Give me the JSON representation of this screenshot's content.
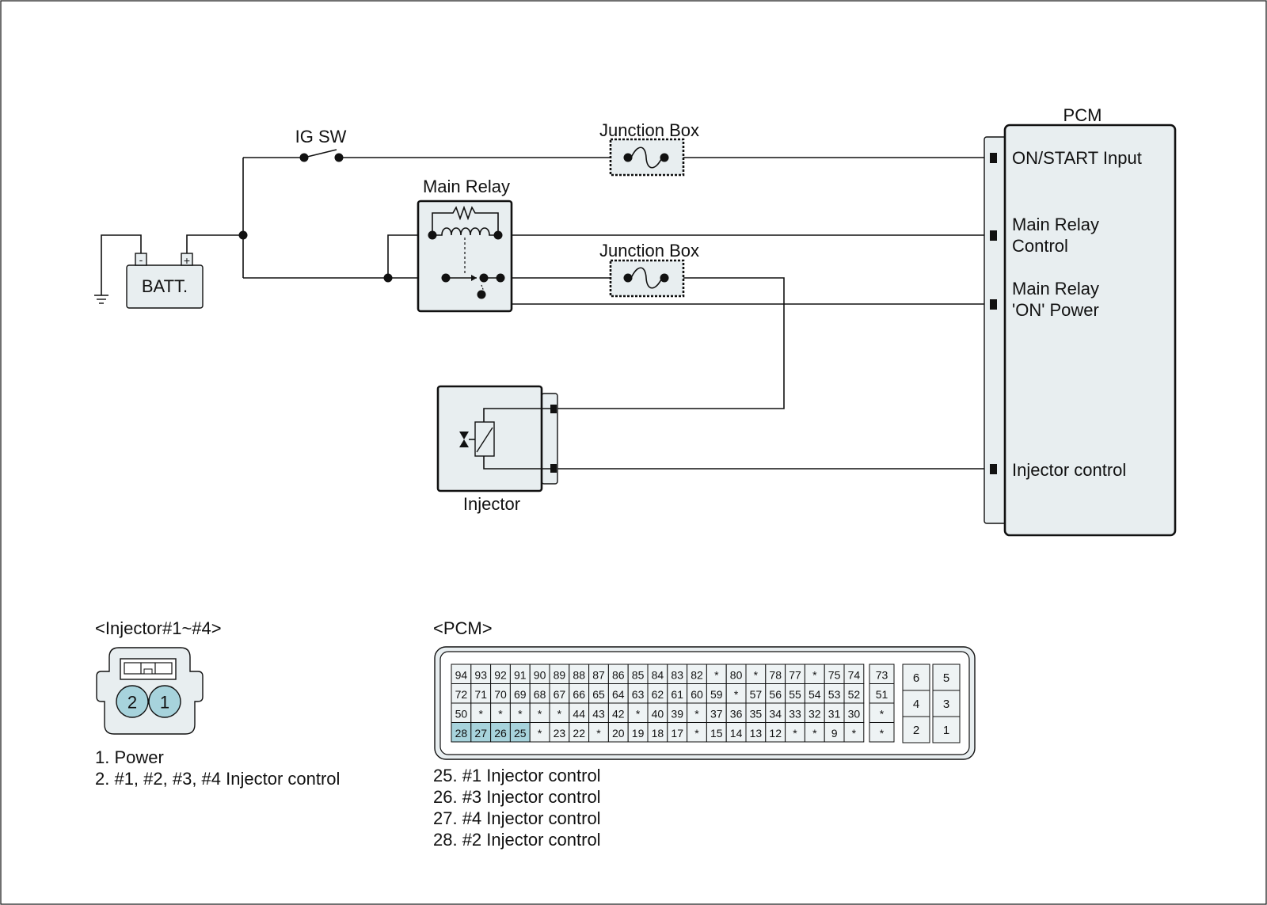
{
  "labels": {
    "ig_sw": "IG SW",
    "junction_box_1": "Junction Box",
    "junction_box_2": "Junction Box",
    "main_relay": "Main Relay",
    "batt": "BATT.",
    "batt_minus": "-",
    "batt_plus": "+",
    "injector": "Injector",
    "pcm": "PCM"
  },
  "pcm_pins": {
    "on_start_input": "ON/START Input",
    "main_relay_control_1": "Main Relay",
    "main_relay_control_2": "Control",
    "main_relay_on_power_1": "Main Relay",
    "main_relay_on_power_2": "'ON' Power",
    "injector_control": "Injector control"
  },
  "injector_connector": {
    "title": "<Injector#1~#4>",
    "pins": [
      "2",
      "1"
    ],
    "legend": [
      "1. Power",
      "2. #1, #2, #3, #4 Injector control"
    ]
  },
  "pcm_connector": {
    "title": "<PCM>",
    "rows": [
      [
        "94",
        "93",
        "92",
        "91",
        "90",
        "89",
        "88",
        "87",
        "86",
        "85",
        "84",
        "83",
        "82",
        "*",
        "80",
        "*",
        "78",
        "77",
        "*",
        "75",
        "74"
      ],
      [
        "72",
        "71",
        "70",
        "69",
        "68",
        "67",
        "66",
        "65",
        "64",
        "63",
        "62",
        "61",
        "60",
        "59",
        "*",
        "57",
        "56",
        "55",
        "54",
        "53",
        "52"
      ],
      [
        "50",
        "*",
        "*",
        "*",
        "*",
        "*",
        "44",
        "43",
        "42",
        "*",
        "40",
        "39",
        "*",
        "37",
        "36",
        "35",
        "34",
        "33",
        "32",
        "31",
        "30"
      ],
      [
        "28",
        "27",
        "26",
        "25",
        "*",
        "23",
        "22",
        "*",
        "20",
        "19",
        "18",
        "17",
        "*",
        "15",
        "14",
        "13",
        "12",
        "*",
        "*",
        "9",
        "*"
      ]
    ],
    "side_column": [
      "73",
      "51",
      "*",
      "*"
    ],
    "small_block": [
      [
        "6",
        "5"
      ],
      [
        "4",
        "3"
      ],
      [
        "2",
        "1"
      ]
    ],
    "highlighted_pins": [
      "28",
      "27",
      "26",
      "25"
    ],
    "legend": [
      "25. #1 Injector control",
      "26. #3 Injector control",
      "27. #4 Injector control",
      "28. #2 Injector control"
    ]
  },
  "colors": {
    "fill": "#e8eef0",
    "highlight": "#a7d3dc",
    "line": "#111111"
  }
}
